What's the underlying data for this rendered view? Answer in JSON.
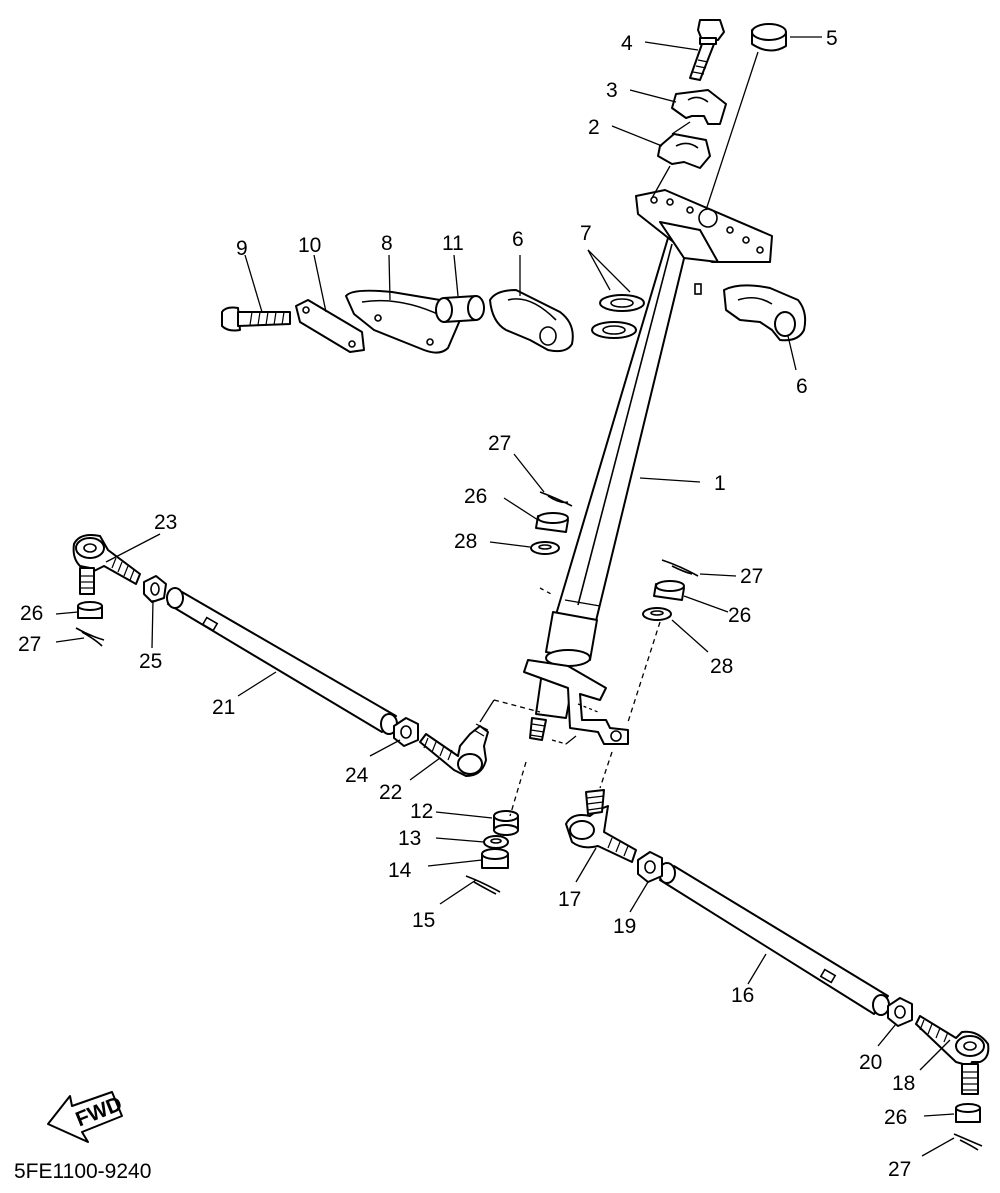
{
  "diagram_code": "5FE1100-9240",
  "fwd_label": "FWD",
  "callouts": [
    "1",
    "2",
    "3",
    "4",
    "5",
    "6",
    "6",
    "7",
    "8",
    "9",
    "10",
    "11",
    "12",
    "13",
    "14",
    "15",
    "16",
    "17",
    "18",
    "19",
    "20",
    "21",
    "22",
    "23",
    "24",
    "25",
    "26",
    "26",
    "26",
    "26",
    "27",
    "27",
    "27",
    "27",
    "28",
    "28"
  ]
}
